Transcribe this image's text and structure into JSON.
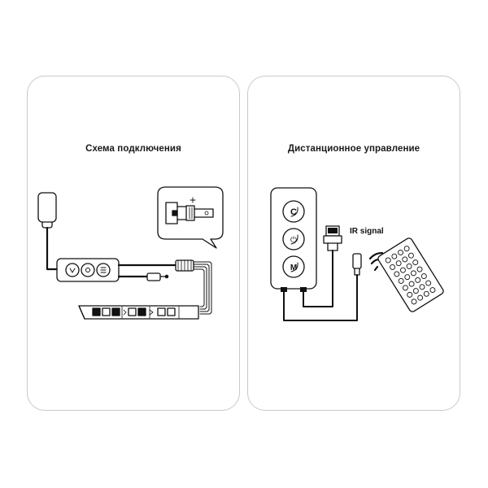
{
  "left_panel": {
    "title": "Схема подключения"
  },
  "right_panel": {
    "title": "Дистанционное управление",
    "ir_label": "IR signal",
    "buttons": {
      "top": "C",
      "middle": "⏻",
      "bottom": "M"
    }
  },
  "colors": {
    "stroke": "#111111",
    "border": "#c9c9c9",
    "background": "#ffffff"
  }
}
